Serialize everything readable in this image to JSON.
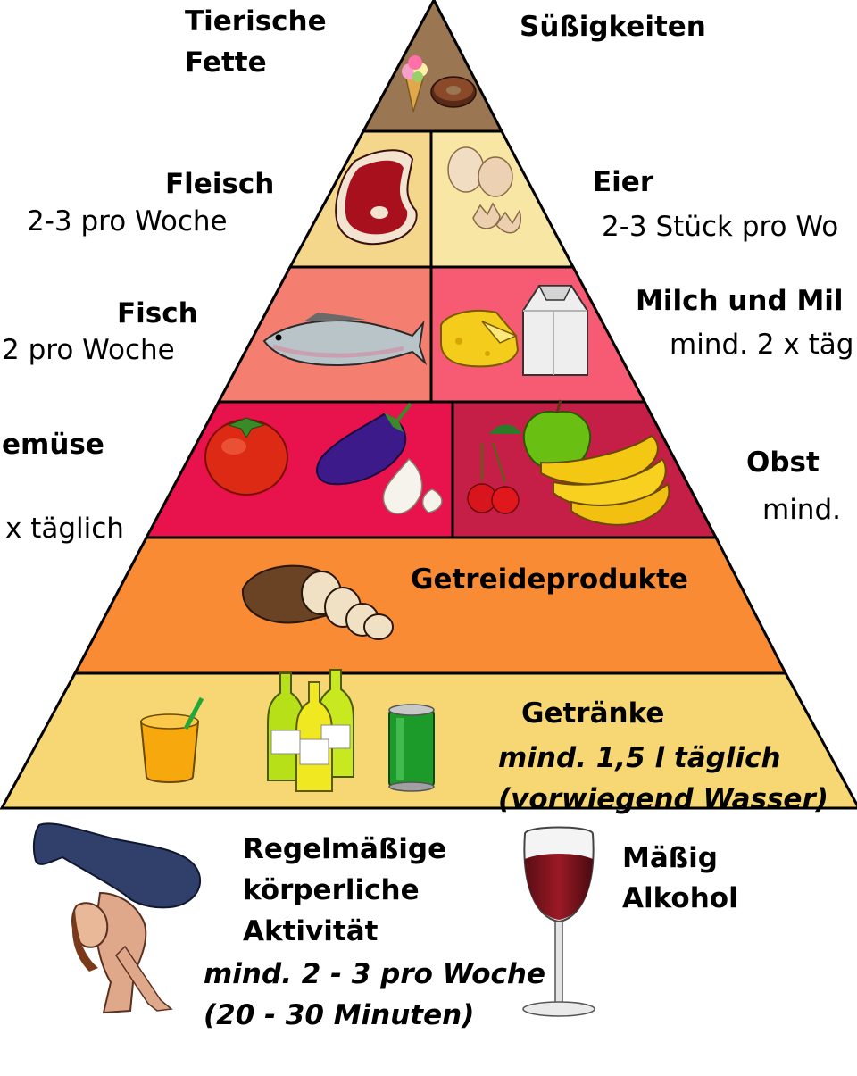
{
  "tiers": {
    "sweets_fats": {
      "left_label": "Tierische Fette",
      "left_label_l1": "Tierische",
      "left_label_l2": "Fette",
      "right_label": "Süßigkeiten"
    },
    "meat_eggs": {
      "left_label": "Fleisch",
      "left_amount": "2-3 pro Woche",
      "right_label": "Eier",
      "right_amount": "2-3 Stück pro Wo"
    },
    "fish_dairy": {
      "left_label": "Fisch",
      "left_amount": "2 pro Woche",
      "right_label": "Milch und Mil",
      "right_amount": "mind. 2 x täg"
    },
    "veg_fruit": {
      "left_label": "emüse",
      "left_amount": "x täglich",
      "right_label": "Obst",
      "right_amount": "mind."
    },
    "grains": {
      "label": "Getreideprodukte"
    },
    "drinks": {
      "label": "Getränke",
      "amount_l1": "mind. 1,5 l täglich",
      "amount_l2": "(vorwiegend Wasser)"
    }
  },
  "activity": {
    "l1": "Regelmäßige",
    "l2": "körperliche",
    "l3": "Aktivität",
    "amount_l1": "mind. 2 - 3 pro Woche",
    "amount_l2": "(20 - 30 Minuten)"
  },
  "alcohol": {
    "l1": "Mäßig",
    "l2": "Alkohol"
  },
  "colors": {
    "tier_top": "#9b7653",
    "tier_meat": "#f4d78a",
    "tier_eggs": "#f8e6a4",
    "tier_fish": "#f47f70",
    "tier_dairy": "#f75a73",
    "tier_veg": "#e8124d",
    "tier_fruit": "#c61f47",
    "tier_grains": "#f88b34",
    "tier_drinks": "#f7d774"
  }
}
